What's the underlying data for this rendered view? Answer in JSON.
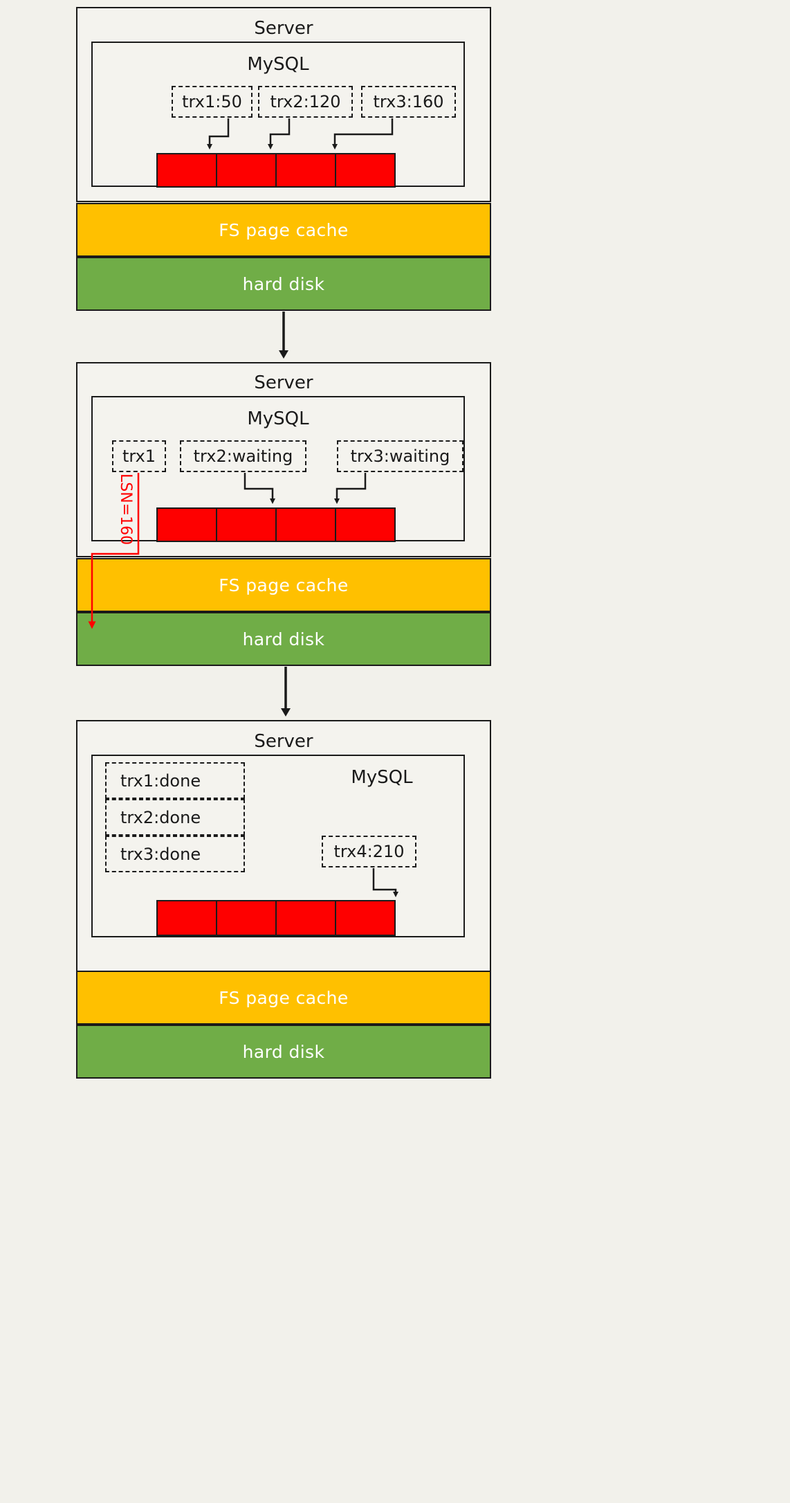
{
  "diagram": {
    "title_semantic": "mysql-redo-log-flush-stages",
    "background_color": "#f2f1eb",
    "colors": {
      "redo_log_red": "#fe0000",
      "fs_page_cache_orange": "#ffc000",
      "hard_disk_green": "#70ad47",
      "outline_black": "#1a1a1a",
      "lsn_arrow_red": "#ff0000",
      "band_text_white": "#ffffff"
    }
  },
  "stages": [
    {
      "id": "stage-1",
      "server_label": "Server",
      "mysql_label": "MySQL",
      "transactions": [
        {
          "label": "trx1:50"
        },
        {
          "label": "trx2:120"
        },
        {
          "label": "trx3:160"
        }
      ],
      "redo_log_cells": 4,
      "fs_page_cache_label": "FS page cache",
      "hard_disk_label": "hard disk",
      "lsn_annotation": null
    },
    {
      "id": "stage-2",
      "server_label": "Server",
      "mysql_label": "MySQL",
      "transactions": [
        {
          "label": "trx1"
        },
        {
          "label": "trx2:waiting"
        },
        {
          "label": "trx3:waiting"
        }
      ],
      "redo_log_cells": 4,
      "fs_page_cache_label": "FS page cache",
      "hard_disk_label": "hard disk",
      "lsn_annotation": "LSN=160"
    },
    {
      "id": "stage-3",
      "server_label": "Server",
      "mysql_label": "MySQL",
      "done_transactions": [
        {
          "label": "trx1:done"
        },
        {
          "label": "trx2:done"
        },
        {
          "label": "trx3:done"
        }
      ],
      "new_transaction": {
        "label": "trx4:210"
      },
      "redo_log_cells": 4,
      "fs_page_cache_label": "FS page cache",
      "hard_disk_label": "hard disk",
      "lsn_annotation": null
    }
  ]
}
